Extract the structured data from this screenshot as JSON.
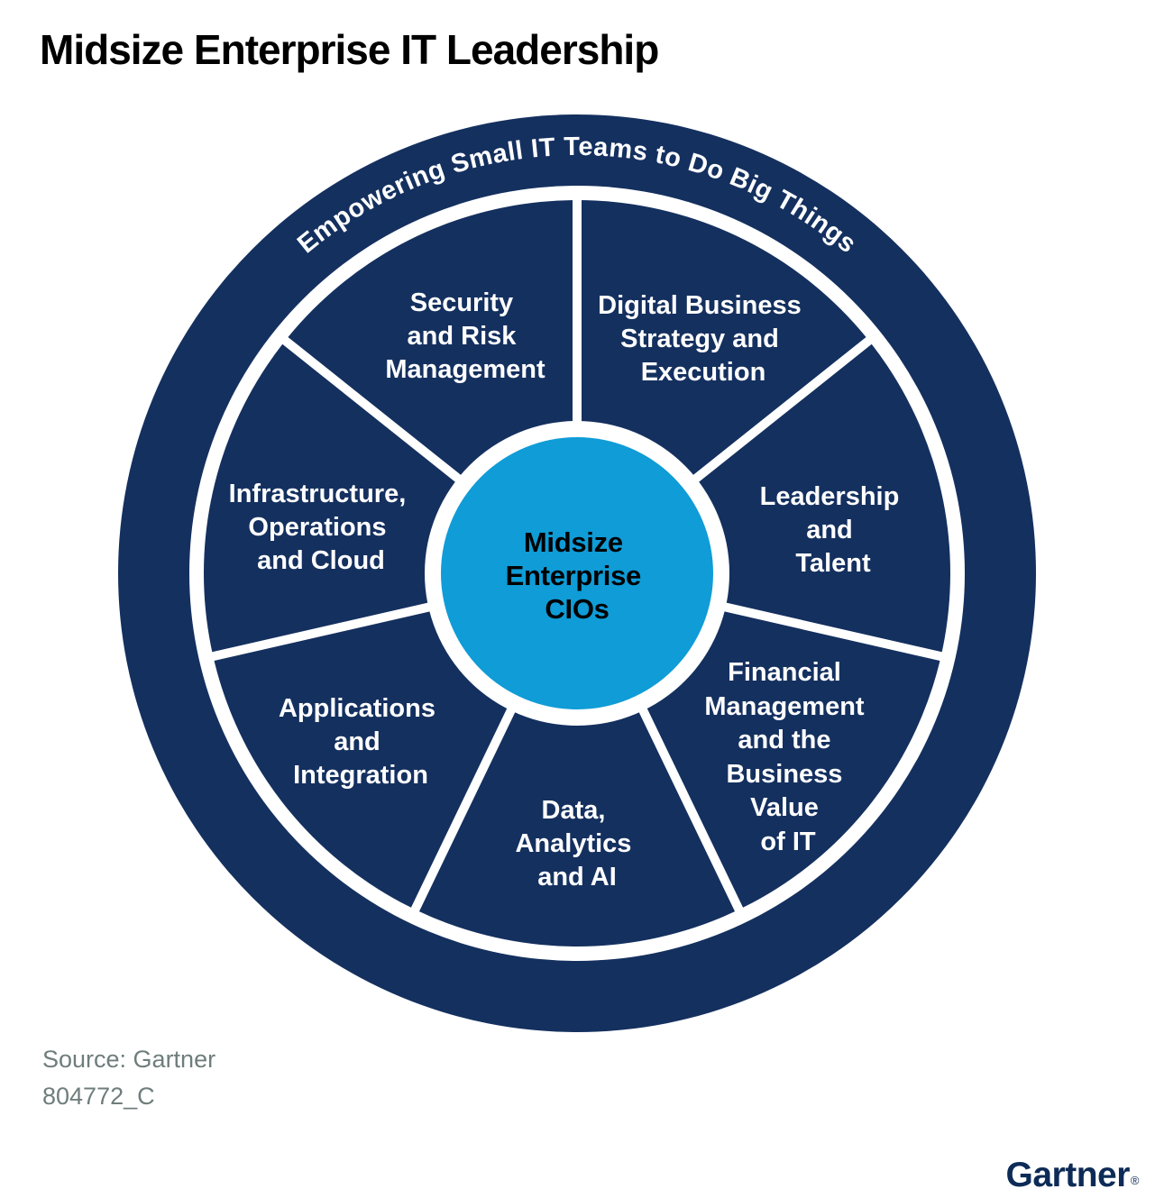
{
  "title": "Midsize Enterprise IT Leadership",
  "wheel": {
    "ring_label": "Empowering Small IT Teams to Do Big Things",
    "hub": {
      "lines": [
        "Midsize",
        "Enterprise",
        "CIOs"
      ]
    },
    "segments": [
      {
        "name": "security-and-risk-management",
        "lines": [
          "Security",
          "and Risk",
          "Management"
        ]
      },
      {
        "name": "digital-business-strategy-and-execution",
        "lines": [
          "Digital Business",
          "Strategy and",
          "Execution"
        ]
      },
      {
        "name": "leadership-and-talent",
        "lines": [
          "Leadership",
          "and",
          "Talent"
        ]
      },
      {
        "name": "financial-management-and-the-business-value-of-it",
        "lines": [
          "Financial",
          "Management",
          "and the",
          "Business",
          "Value",
          "of IT"
        ]
      },
      {
        "name": "data-analytics-and-ai",
        "lines": [
          "Data,",
          "Analytics",
          "and AI"
        ]
      },
      {
        "name": "applications-and-integration",
        "lines": [
          "Applications",
          "and",
          "Integration"
        ]
      },
      {
        "name": "infrastructure-operations-and-cloud",
        "lines": [
          "Infrastructure,",
          "Operations",
          "and Cloud"
        ]
      }
    ],
    "colors": {
      "navy": "#14305f",
      "blue": "#0f9cd7",
      "text_gray": "#6f7d7c",
      "logo_navy": "#0d2b56"
    }
  },
  "footer": {
    "source": "Source: Gartner",
    "doc_id": "804772_C",
    "logo": "Gartner",
    "registered_mark": "®"
  }
}
